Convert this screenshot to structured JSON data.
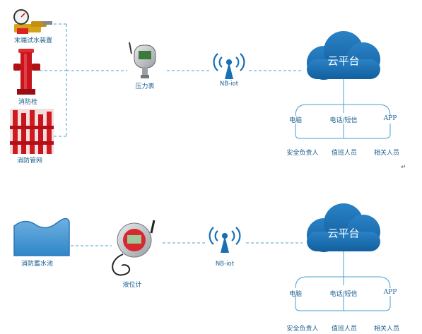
{
  "top": {
    "sources": [
      "末端试水装置",
      "消防栓",
      "消防管网"
    ],
    "sensor_label": "压力表",
    "network_label": "NB-iot",
    "cloud_label": "云平台",
    "endpoints": [
      "电脑",
      "电话/短信",
      "APP"
    ],
    "people": [
      "安全负责人",
      "值班人员",
      "相关人员"
    ],
    "return_mark": "↵"
  },
  "bottom": {
    "source_label": "消防蓄水池",
    "sensor_label": "液位计",
    "network_label": "NB-iot",
    "cloud_label": "云平台",
    "endpoints": [
      "电脑",
      "电话/短信",
      "APP"
    ],
    "people": [
      "安全负责人",
      "值班人员",
      "相关人员"
    ]
  },
  "colors": {
    "cloud": "#1a6fb3",
    "line": "#4a9fd0",
    "text": "#1b5f8e",
    "water": "#3c8fcf",
    "hydrant": "#c8141c",
    "gauge_body": "#c4c8cc"
  },
  "icons": {
    "test_valve": "test-valve-icon",
    "hydrant": "hydrant-icon",
    "pipe_network": "pipe-network-icon",
    "pressure_gauge": "pressure-gauge-icon",
    "antenna": "antenna-icon",
    "cloud": "cloud-icon",
    "water_tank": "water-tank-icon",
    "level_meter": "level-meter-icon"
  }
}
